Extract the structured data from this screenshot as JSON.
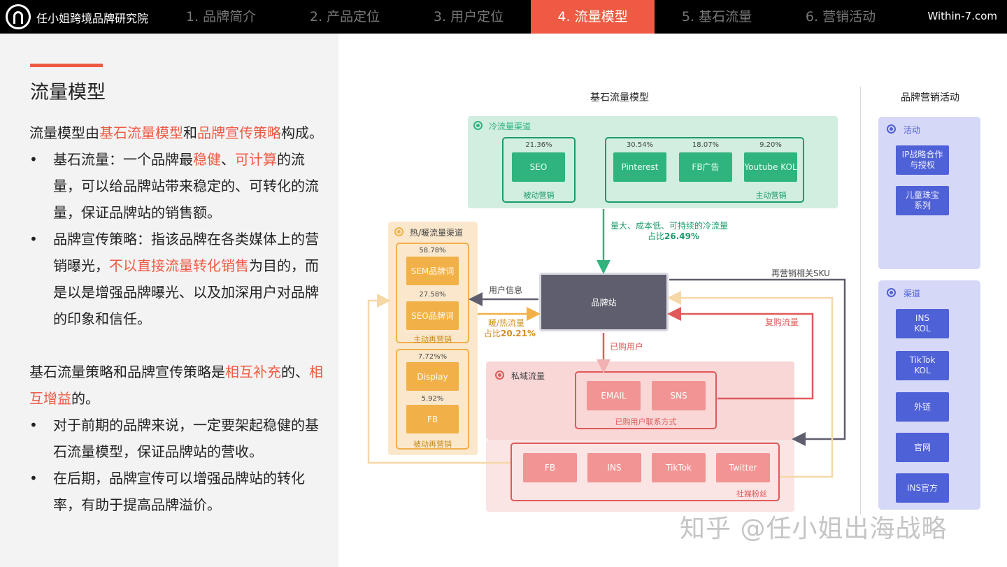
{
  "header": {
    "brand": "任小姐跨境品牌研究院",
    "nav": [
      {
        "label": "1. 品牌简介",
        "active": false
      },
      {
        "label": "2. 产品定位",
        "active": false
      },
      {
        "label": "3. 用户定位",
        "active": false
      },
      {
        "label": "4. 流量模型",
        "active": true
      },
      {
        "label": "5. 基石流量",
        "active": false
      },
      {
        "label": "6. 营销活动",
        "active": false
      }
    ],
    "site": "Within-7.com"
  },
  "left": {
    "title": "流量模型",
    "intro": {
      "p1": "流量模型由",
      "h1": "基石流量模型",
      "p2": "和",
      "h2": "品牌宣传策略",
      "p3": "构成。"
    },
    "bullet1": {
      "a": "基石流量：一个品牌最",
      "h1": "稳健",
      "b": "、",
      "h2": "可计算",
      "c": "的流量，可以给品牌站带来稳定的、可转化的流量，保证品牌站的销售额。"
    },
    "bullet2": {
      "a": "品牌宣传策略：指该品牌在各类媒体上的营销曝光，",
      "h1": "不以直接流量转化销售",
      "b": "为目的，而是以是增强品牌曝光、以及加深用户对品牌的印象和信任。"
    },
    "second": {
      "p1": "基石流量策略和品牌宣传策略是",
      "h1": "相互补充",
      "p2": "的、",
      "h2": "相互增益",
      "p3": "的。"
    },
    "bullet3": "对于前期的品牌来说，一定要架起稳健的基石流量模型，保证品牌站的营收。",
    "bullet4": "在后期，品牌宣传可以增强品牌站的转化率，有助于提高品牌溢价。",
    "bullet_glyph": "•"
  },
  "diagram": {
    "title_left": "基石流量模型",
    "title_right": "品牌营销活动",
    "cold": {
      "label": "冷流量渠道",
      "passive": {
        "label": "被动营销",
        "items": [
          {
            "name": "SEO",
            "pct": "21.36%"
          }
        ]
      },
      "active": {
        "label": "主动营销",
        "items": [
          {
            "name": "Pinterest",
            "pct": "30.54%"
          },
          {
            "name": "FB广告",
            "pct": "18.07%"
          },
          {
            "name": "Youtube KOL",
            "pct": "9.20%"
          }
        ]
      }
    },
    "warm": {
      "label": "热/暖流量渠道",
      "active": {
        "label": "主动再营销",
        "items": [
          {
            "name": "SEM品牌词",
            "pct": "58.78%"
          },
          {
            "name": "SEO品牌词",
            "pct": "27.58%"
          }
        ]
      },
      "passive": {
        "label": "被动再营销",
        "items": [
          {
            "name": "Display",
            "pct": "7.72%%"
          },
          {
            "name": "FB",
            "pct": "5.92%"
          }
        ]
      }
    },
    "center": "品牌站",
    "private": {
      "label": "私域流量",
      "contact": {
        "label": "已购用户联系方式",
        "items": [
          "EMAIL",
          "SNS"
        ]
      },
      "social": {
        "label": "社媒粉丝",
        "items": [
          "FB",
          "INS",
          "TikTok",
          "Twitter"
        ]
      }
    },
    "edges": {
      "cold_to_site_1": "量大、成本低、可持续的冷流量",
      "cold_to_site_2_pre": "占比",
      "cold_to_site_2_val": "26.49%",
      "user_info": "用户信息",
      "warm_1": "暖/热流量",
      "warm_2_pre": "占比",
      "warm_2_val": "20.21%",
      "purchased": "已购用户",
      "remarketing_sku": "再营销相关SKU",
      "repurchase": "复购流量"
    },
    "activities": {
      "label": "活动",
      "items": [
        "IP战略合作\n与授权",
        "儿童珠宝\n系列"
      ]
    },
    "channels": {
      "label": "渠道",
      "items": [
        "INS\nKOL",
        "TikTok\nKOL",
        "外链",
        "官网",
        "INS官方"
      ]
    },
    "colors": {
      "green": "#2fb47e",
      "orange": "#f2b148",
      "red": "#e05a5a",
      "gray": "#5e5e6e",
      "purple": "#4f61d6",
      "accent": "#ee5a43"
    }
  },
  "watermark": "知乎 @任小姐出海战略"
}
